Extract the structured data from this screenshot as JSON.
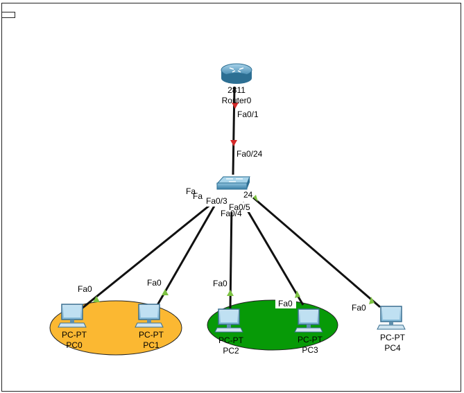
{
  "router": {
    "model": "2811",
    "name": "Router0",
    "port_to_switch": "Fa0/1"
  },
  "switch": {
    "port_to_router": "Fa0/24",
    "port_labels": {
      "to_pc0": "Fa",
      "to_pc1": "Fa",
      "to_pc2": "Fa0/3",
      "to_pc3": "Fa0/5",
      "to_pc2b": "Fa0/4",
      "to_router": "24"
    }
  },
  "pcs": [
    {
      "type": "PC-PT",
      "name": "PC0",
      "port": "Fa0"
    },
    {
      "type": "PC-PT",
      "name": "PC1",
      "port": "Fa0"
    },
    {
      "type": "PC-PT",
      "name": "PC2",
      "port": "Fa0"
    },
    {
      "type": "PC-PT",
      "name": "PC3",
      "port": "Fa0"
    },
    {
      "type": "PC-PT",
      "name": "PC4",
      "port": "Fa0"
    }
  ],
  "colors": {
    "cable": "#111111",
    "link_up": "#7cc242",
    "link_down": "#d42a2a",
    "zone_orange": "#fbb832",
    "zone_green": "#079a07",
    "device_blue": "#5aa6cf"
  },
  "icons": {
    "router": "router-icon",
    "switch": "switch-icon",
    "pc": "pc-icon"
  }
}
